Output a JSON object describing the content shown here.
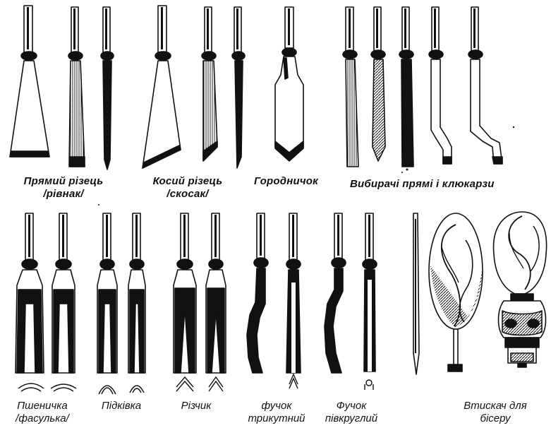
{
  "figure": {
    "labels": {
      "row1": [
        {
          "id": "pryamyi",
          "lines": [
            "Прямий різець",
            "/рівнак/"
          ]
        },
        {
          "id": "kosyi",
          "lines": [
            "Косий різець",
            "/скосак/"
          ]
        },
        {
          "id": "gorodnychok",
          "lines": [
            "Городничок"
          ]
        },
        {
          "id": "vybirachi",
          "lines": [
            "Вибирачі прямі і клюкарзи"
          ]
        }
      ],
      "row2": [
        {
          "id": "pshenychka",
          "lines": [
            "Пшеничка",
            "/фасулька/"
          ]
        },
        {
          "id": "pidkivka",
          "lines": [
            "Підківка"
          ]
        },
        {
          "id": "rizchyk",
          "lines": [
            "Різчик"
          ]
        },
        {
          "id": "fuchok-tr",
          "lines": [
            "фучок",
            "трикутний"
          ]
        },
        {
          "id": "fuchok-pk",
          "lines": [
            "Фучок",
            "півкруглий"
          ]
        },
        {
          "id": "vtyskach",
          "lines": [
            "Втискач  для",
            "бісеру"
          ]
        }
      ]
    },
    "colors": {
      "ink": "#111111",
      "paper": "#ffffff"
    }
  }
}
